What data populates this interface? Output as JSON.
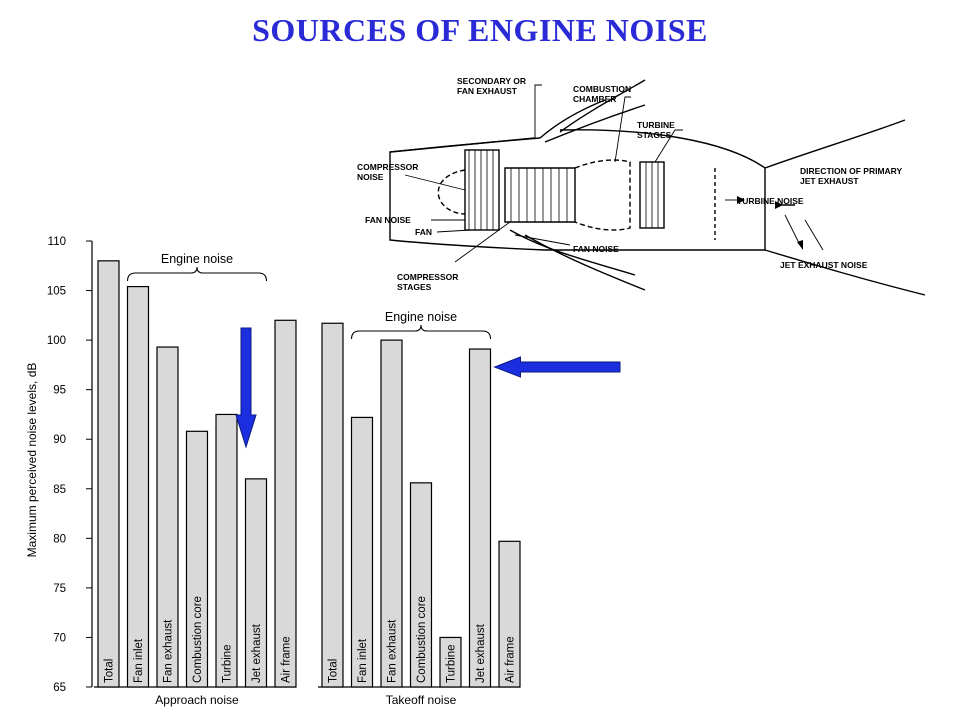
{
  "title": "SOURCES OF ENGINE NOISE",
  "accent_color": "#2a2ad6",
  "arrow_color": "#1c2fe0",
  "diagram": {
    "labels": {
      "secondary_exhaust": [
        "SECONDARY OR",
        "FAN EXHAUST"
      ],
      "combustion_chamber": [
        "COMBUSTION",
        "CHAMBER"
      ],
      "turbine_stages": [
        "TURBINE",
        "STAGES"
      ],
      "compressor_noise": [
        "COMPRESSOR",
        "NOISE"
      ],
      "fan_noise_left": "FAN NOISE",
      "fan": "FAN",
      "compressor_stages": [
        "COMPRESSOR",
        "STAGES"
      ],
      "fan_noise_bottom": "FAN NOISE",
      "direction_primary": [
        "DIRECTION OF PRIMARY",
        "JET EXHAUST"
      ],
      "turbine_noise": "TURBINE NOISE",
      "jet_exhaust_noise": "JET EXHAUST NOISE"
    }
  },
  "chart_data": {
    "type": "bar",
    "ylabel": "Maximum perceived noise levels, dB",
    "ylim": [
      65,
      110
    ],
    "yticks": [
      65,
      70,
      75,
      80,
      85,
      90,
      95,
      100,
      105,
      110
    ],
    "bar_color": "#d9d9d9",
    "groups": [
      {
        "name": "Approach noise",
        "bracket_label": "Engine noise",
        "categories": [
          "Total",
          "Fan inlet",
          "Fan exhaust",
          "Combustion core",
          "Turbine",
          "Jet exhaust",
          "Air frame"
        ],
        "values": [
          108,
          105.4,
          99.3,
          90.8,
          92.5,
          86,
          102
        ]
      },
      {
        "name": "Takeoff noise",
        "bracket_label": "Engine noise",
        "categories": [
          "Total",
          "Fan inlet",
          "Fan exhaust",
          "Combustion core",
          "Turbine",
          "Jet exhaust",
          "Air frame"
        ],
        "values": [
          101.7,
          92.2,
          100,
          85.6,
          70,
          99.1,
          79.7
        ]
      }
    ]
  }
}
